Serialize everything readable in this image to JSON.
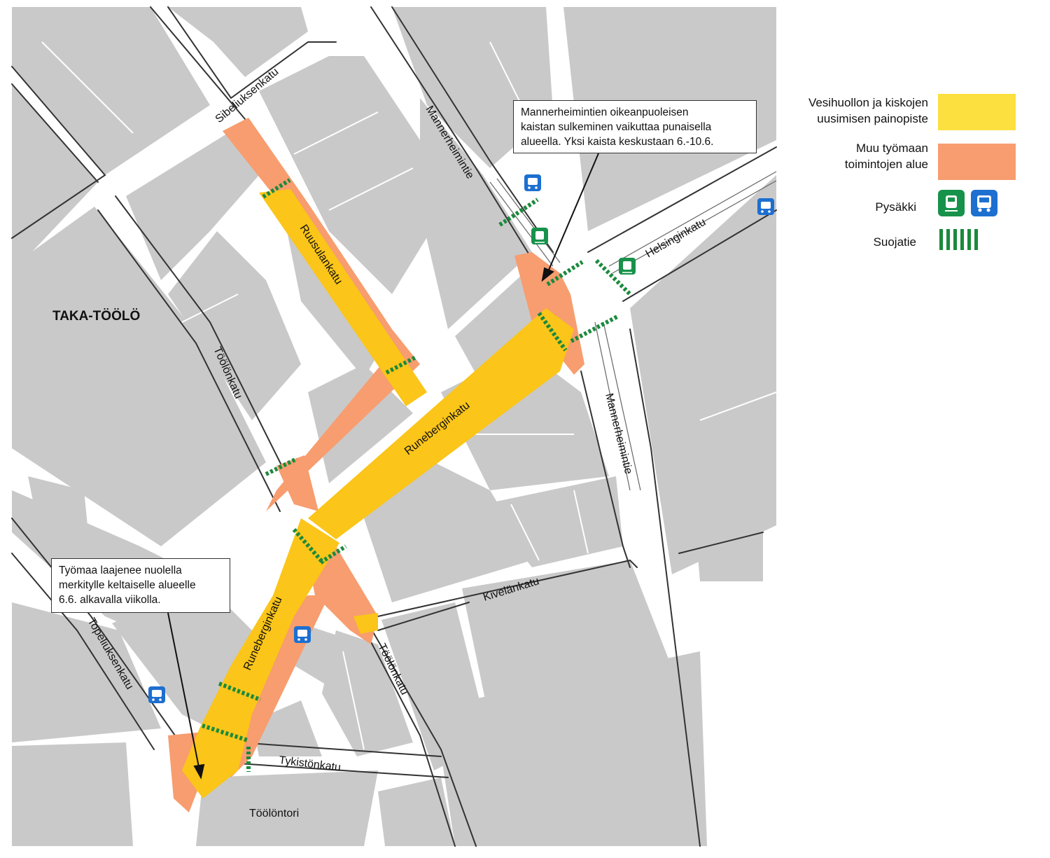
{
  "colors": {
    "block": "#c9c9c9",
    "yellow": "#fbc519",
    "orange": "#f79d6f",
    "crosswalk": "#1a8a3c",
    "tram": "#17924a",
    "bus": "#1d6fd0"
  },
  "map": {
    "district": "TAKA-TÖÖLÖ",
    "streets": {
      "sibeliuksenkatu": "Sibeliuksenkatu",
      "ruusulankatu": "Ruusulankatu",
      "mannerheimintie_north": "Mannerheimintie",
      "mannerheimintie_south": "Mannerheimintie",
      "helsinginkatu": "Helsinginkatu",
      "runeberginkatu_north": "Runeberginkatu",
      "runeberginkatu_south": "Runeberginkatu",
      "toolonkatu_north": "Töölönkatu",
      "toolonkatu_south": "Töölönkatu",
      "kivelankatu": "Kivelänkatu",
      "topeliuksenkatu": "Topeliuksenkatu",
      "tykistonkatu": "Tykistönkatu",
      "toolontori": "Töölöntori"
    },
    "callouts": {
      "top": "Mannerheimintien oikeanpuoleisen\nkaistan sulkeminen vaikuttaa punaisella\nalueella. Yksi kaista keskustaan 6.-10.6.",
      "left": "Työmaa laajenee nuolella\nmerkitylle keltaiselle alueelle\n6.6. alkavalla viikolla."
    }
  },
  "legend": {
    "items": [
      {
        "label": "Vesihuollon ja kiskojen\nuusimisen painopiste",
        "swatch": "yellow"
      },
      {
        "label": "Muu työmaan\ntoimintojen alue",
        "swatch": "orange"
      },
      {
        "label": "Pysäkki",
        "swatch": "stops"
      },
      {
        "label": "Suojatie",
        "swatch": "crosswalk"
      }
    ]
  },
  "icons": {
    "tram": "tram-icon",
    "bus": "bus-icon"
  }
}
